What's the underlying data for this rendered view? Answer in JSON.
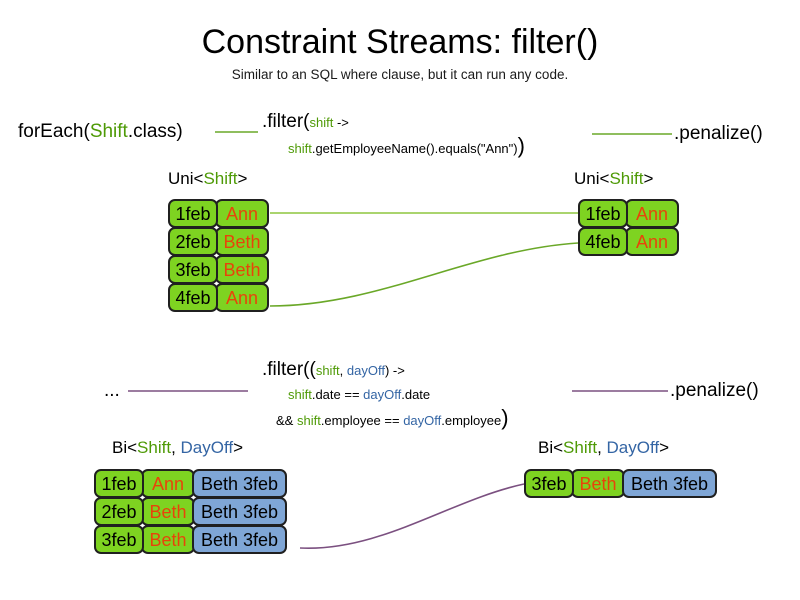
{
  "slide": {
    "title": "Constraint Streams: filter()",
    "subtitle": "Similar to an SQL where clause, but it can run any code."
  },
  "colors": {
    "green": "#4e9a06",
    "blue": "#3465a4",
    "box_green_fill": "#7ed321",
    "box_blue_fill": "#7fa6d6",
    "name_text": "#e8440a",
    "line_green": "#6aa828",
    "line_purple": "#7b5080",
    "box_border": "#202020"
  },
  "uni": {
    "source_label": "forEach(",
    "source_type": "Shift",
    "source_label_end": ".class)",
    "filter": {
      "line1_pre": ".filter(",
      "line1_var": "shift",
      "line1_post": " ->",
      "line2_var": "shift",
      "line2_post": ".getEmployeeName().equals(\"Ann\")",
      "line2_close": ")"
    },
    "terminal_label": ".penalize()",
    "left_type_prefix": "Uni<",
    "left_type_param": "Shift",
    "left_type_suffix": ">",
    "right_type_prefix": "Uni<",
    "right_type_param": "Shift",
    "right_type_suffix": ">",
    "left_rows": [
      {
        "date": "1feb",
        "name": "Ann"
      },
      {
        "date": "2feb",
        "name": "Beth"
      },
      {
        "date": "3feb",
        "name": "Beth"
      },
      {
        "date": "4feb",
        "name": "Ann"
      }
    ],
    "right_rows": [
      {
        "date": "1feb",
        "name": "Ann"
      },
      {
        "date": "4feb",
        "name": "Ann"
      }
    ]
  },
  "bi": {
    "source_label": "...",
    "filter": {
      "line1_pre": ".filter((",
      "line1_var1": "shift",
      "line1_sep": ", ",
      "line1_var2": "dayOff",
      "line1_post": ") ->",
      "line2_var1": "shift",
      "line2_mid": ".date == ",
      "line2_var2": "dayOff",
      "line2_post": ".date",
      "line3_pre": "&& ",
      "line3_var1": "shift",
      "line3_mid": ".employee == ",
      "line3_var2": "dayOff",
      "line3_post": ".employee",
      "line3_close": ")"
    },
    "terminal_label": ".penalize()",
    "left_type_prefix": "Bi<",
    "left_type_param1": "Shift",
    "left_type_sep": ", ",
    "left_type_param2": "DayOff",
    "left_type_suffix": ">",
    "right_type_prefix": "Bi<",
    "right_type_param1": "Shift",
    "right_type_sep": ", ",
    "right_type_param2": "DayOff",
    "right_type_suffix": ">",
    "left_rows": [
      {
        "date": "1feb",
        "name": "Ann",
        "pair": "Beth 3feb"
      },
      {
        "date": "2feb",
        "name": "Beth",
        "pair": "Beth 3feb"
      },
      {
        "date": "3feb",
        "name": "Beth",
        "pair": "Beth 3feb"
      }
    ],
    "right_rows": [
      {
        "date": "3feb",
        "name": "Beth",
        "pair": "Beth 3feb"
      }
    ]
  }
}
